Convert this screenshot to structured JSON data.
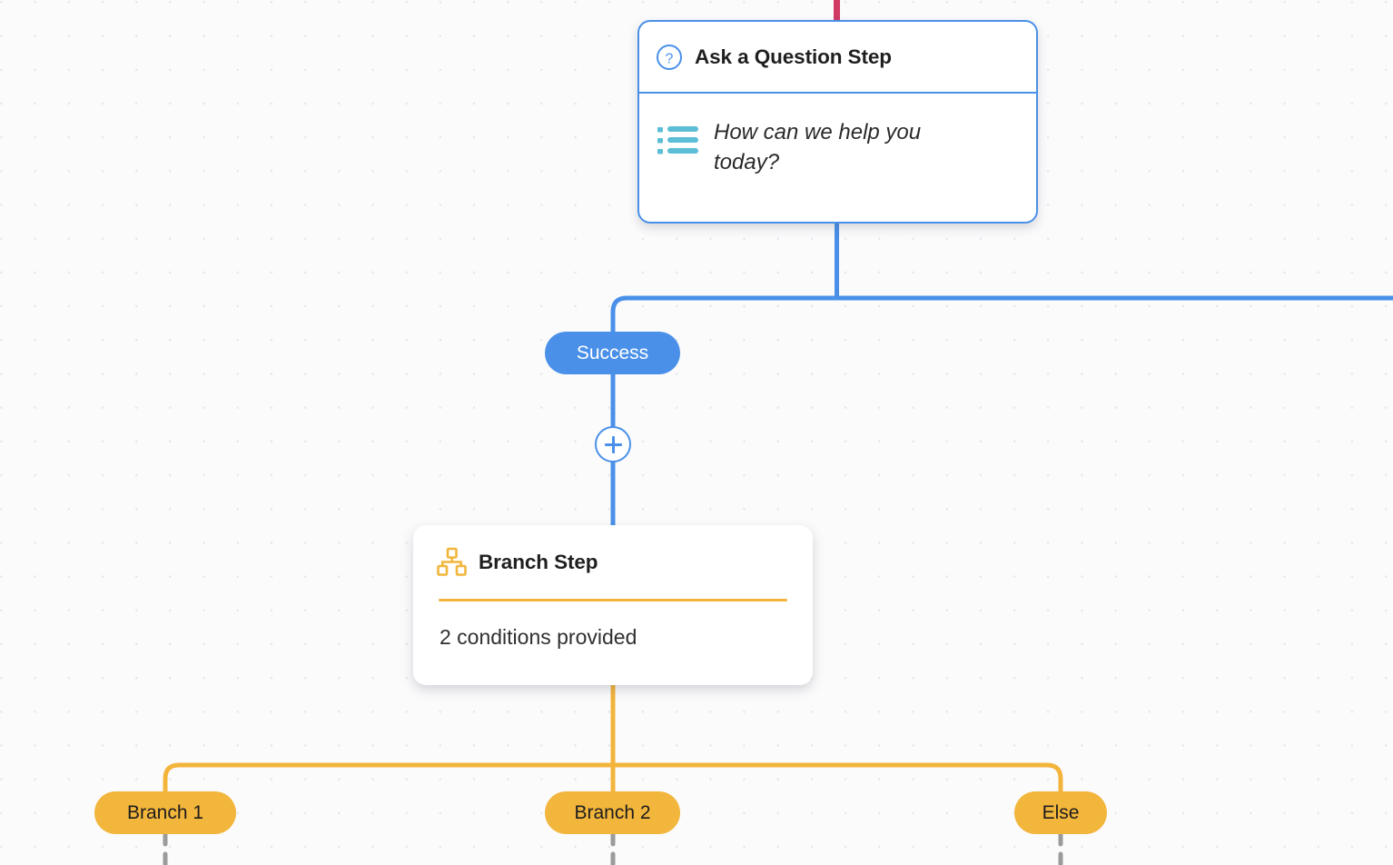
{
  "canvas": {
    "background_color": "#fbfbfc",
    "grid_dot_color": "#e6e7eb"
  },
  "colors": {
    "blue": "#4a90e8",
    "orange": "#f2b63c",
    "orange_line": "#f3b43c",
    "crimson": "#d13a63",
    "teal": "#5bbdd6",
    "dashed_gray": "#9b9b9b",
    "title_text": "#1f1f1f",
    "body_text": "#2a2a2a"
  },
  "question_step": {
    "icon": "question-circle-icon",
    "title": "Ask a Question Step",
    "body_icon": "list-icon",
    "body_text": "How can we help you today?"
  },
  "branch_step": {
    "icon": "hierarchy-icon",
    "title": "Branch Step",
    "subtitle": "2 conditions provided"
  },
  "connectors": {
    "success_label": "Success",
    "add_step_icon": "plus-circle-icon"
  },
  "branches": [
    {
      "label": "Branch 1"
    },
    {
      "label": "Branch 2"
    },
    {
      "label": "Else"
    }
  ]
}
